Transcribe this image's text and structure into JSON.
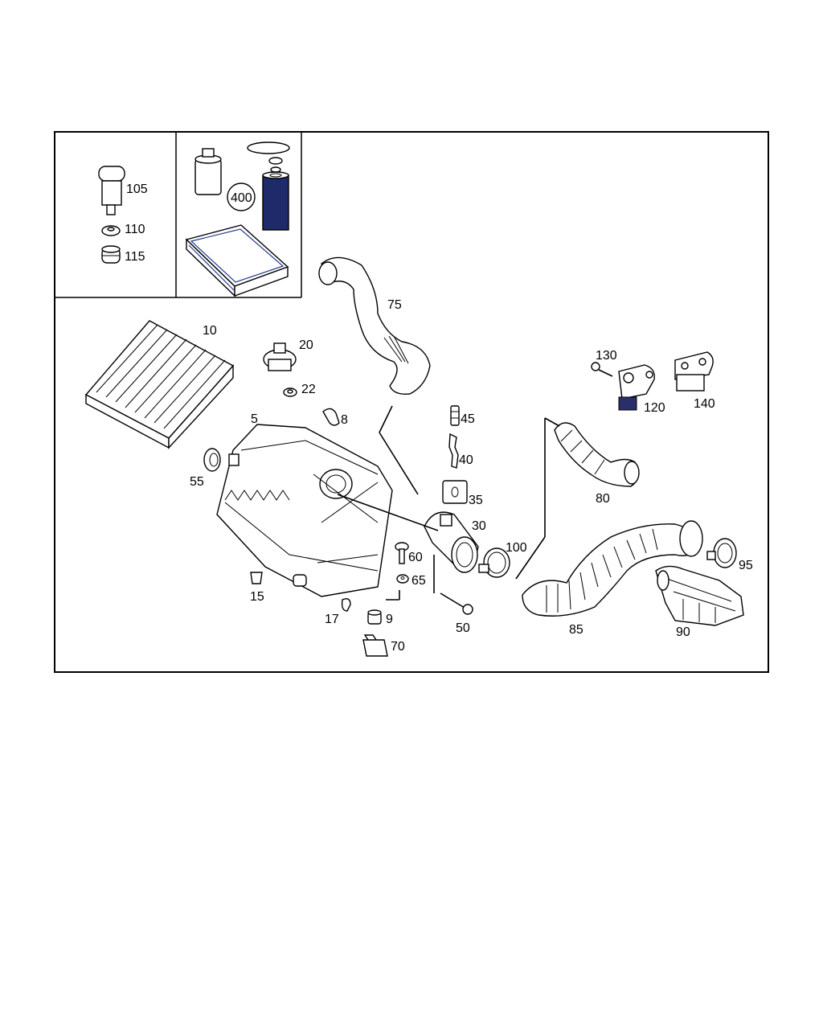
{
  "labels": {
    "p105": "105",
    "p110": "110",
    "p115": "115",
    "p400": "400",
    "p10": "10",
    "p20": "20",
    "p22": "22",
    "p5": "5",
    "p8": "8",
    "p75": "75",
    "p45": "45",
    "p40": "40",
    "p35": "35",
    "p30": "30",
    "p55": "55",
    "p60": "60",
    "p65": "65",
    "p15": "15",
    "p17": "17",
    "p9": "9",
    "p70": "70",
    "p50": "50",
    "p100": "100",
    "p80": "80",
    "p85": "85",
    "p90": "90",
    "p95": "95",
    "p130": "130",
    "p120": "120",
    "p140": "140"
  }
}
